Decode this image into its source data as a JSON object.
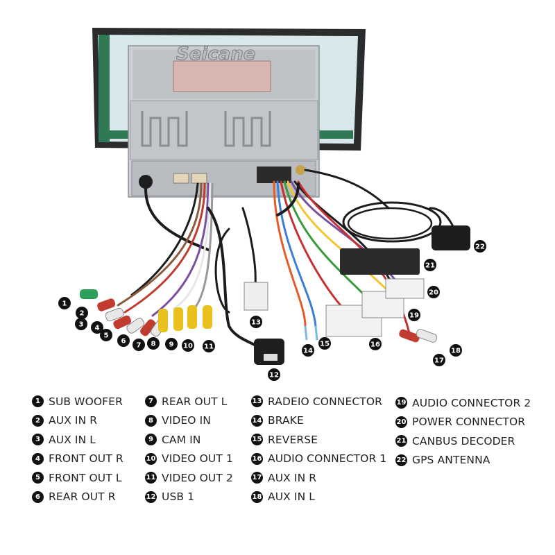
{
  "brand": "Seicane",
  "colors": {
    "background": "#ffffff",
    "badge": "#111111",
    "legend_text": "#222222",
    "chassis": "#c9ccd0",
    "screen": "#d7e7ea",
    "bezel": "#2a2c2e"
  },
  "callouts": [
    {
      "num": "1",
      "label": "SUB WOOFER"
    },
    {
      "num": "2",
      "label": "AUX IN R"
    },
    {
      "num": "3",
      "label": "AUX IN L"
    },
    {
      "num": "4",
      "label": "FRONT OUT R"
    },
    {
      "num": "5",
      "label": "FRONT OUT L"
    },
    {
      "num": "6",
      "label": "REAR OUT R"
    },
    {
      "num": "7",
      "label": "REAR OUT L"
    },
    {
      "num": "8",
      "label": "VIDEO IN"
    },
    {
      "num": "9",
      "label": "CAM IN"
    },
    {
      "num": "10",
      "label": "VIDEO OUT 1"
    },
    {
      "num": "11",
      "label": "VIDEO OUT 2"
    },
    {
      "num": "12",
      "label": "USB 1"
    },
    {
      "num": "13",
      "label": "RADEIO CONNECTOR"
    },
    {
      "num": "14",
      "label": "BRAKE"
    },
    {
      "num": "15",
      "label": "REVERSE"
    },
    {
      "num": "16",
      "label": "AUDIO CONNECTOR 1"
    },
    {
      "num": "17",
      "label": "AUX IN R"
    },
    {
      "num": "18",
      "label": "AUX IN L"
    },
    {
      "num": "19",
      "label": "AUDIO CONNECTOR 2"
    },
    {
      "num": "20",
      "label": "POWER CONNECTOR"
    },
    {
      "num": "21",
      "label": "CANBUS DECODER"
    },
    {
      "num": "22",
      "label": "GPS ANTENNA"
    }
  ]
}
